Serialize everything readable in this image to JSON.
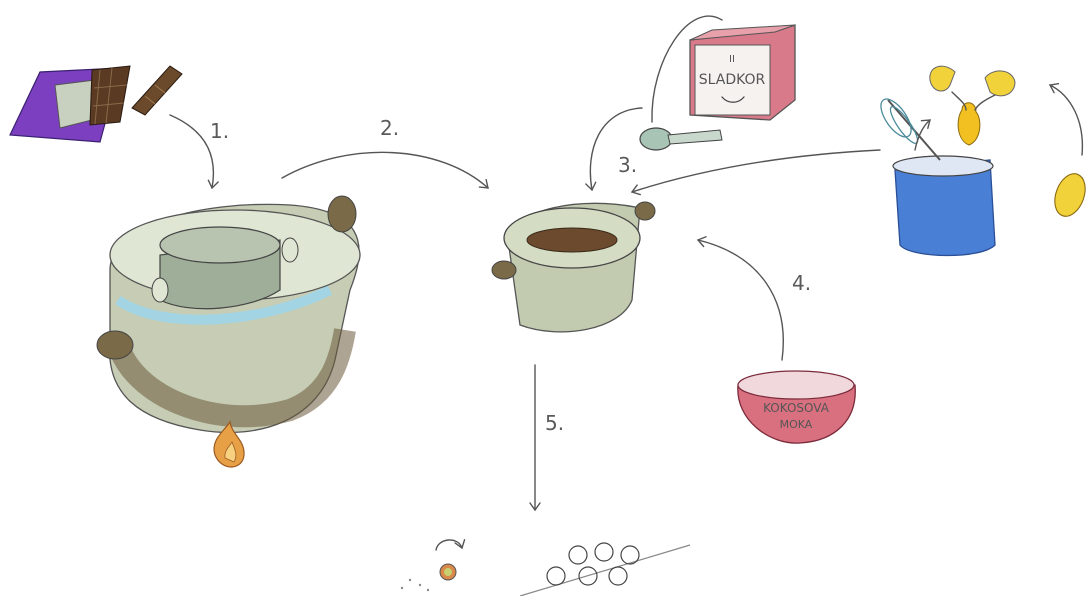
{
  "steps": {
    "s1": "1.",
    "s2": "2.",
    "s3": "3.",
    "s4": "4.",
    "s5": "5."
  },
  "labels": {
    "sugar_box_mark": "II",
    "sugar_box": "SLADKOR",
    "coconut_bowl_line1": "KOKOSOVA",
    "coconut_bowl_line2": "MOKA"
  },
  "colors": {
    "chocolate_wrapper": "#7b3fbf",
    "chocolate": "#5a3a22",
    "pot_outer": "#b9c2a8",
    "pot_dark": "#6b5a3a",
    "water": "#9ad6f0",
    "sugar_box": "#d87a8a",
    "egg_yellow": "#f2d23a",
    "blue_bowl": "#4a7fd6",
    "pink_bowl": "#d9707f",
    "flame": "#e8a047",
    "chocolate_mix": "#6b4a2e"
  },
  "icons": [
    "chocolate-bar-icon",
    "double-boiler-icon",
    "flame-icon",
    "pot-icon",
    "sugar-box-icon",
    "spoon-icon",
    "whisk-bowl-icon",
    "egg-shell-icon",
    "egg-icon",
    "coconut-flour-bowl-icon",
    "ball-icon",
    "tray-icon"
  ]
}
